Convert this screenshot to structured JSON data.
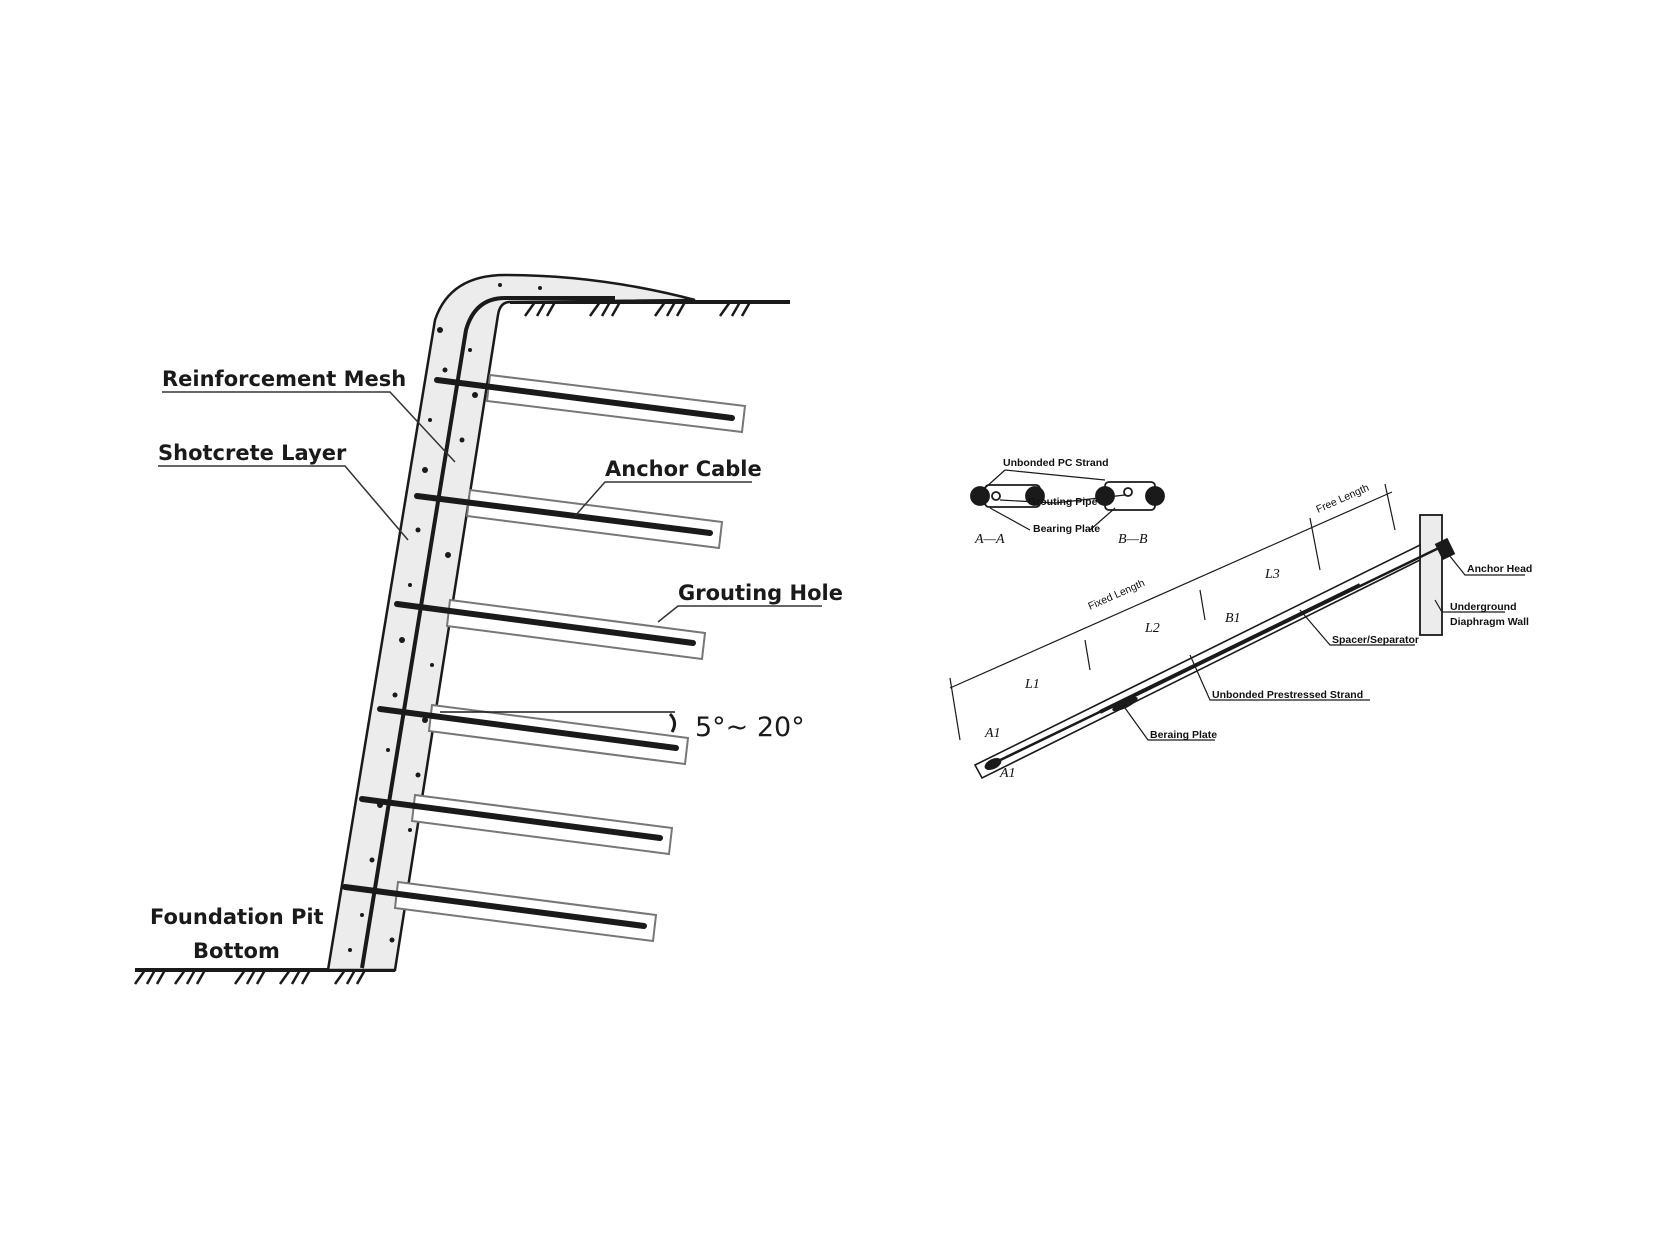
{
  "left_diagram": {
    "labels": {
      "reinforcement_mesh": "Reinforcement Mesh",
      "shotcrete_layer": "Shotcrete Layer",
      "anchor_cable": "Anchor Cable",
      "grouting_hole": "Grouting Hole",
      "angle": "5°~ 20°",
      "pit_bottom_line1": "Foundation Pit",
      "pit_bottom_line2": "Bottom"
    }
  },
  "right_diagram": {
    "section_labels": {
      "unbonded_pc_strand": "Unbonded PC Strand",
      "grouting_pipe": "Grouting Pipe",
      "bearing_plate": "Bearing Plate",
      "section_aa": "A—A",
      "section_bb": "B—B"
    },
    "labels": {
      "free_length": "Free Length",
      "fixed_length": "Fixed Length",
      "l1": "L1",
      "l2": "L2",
      "l3": "L3",
      "b1": "B1",
      "a1_top": "A1",
      "a1_bottom": "A1",
      "anchor_head": "Anchor Head",
      "underground": "Underground",
      "diaphragm_wall": "Diaphragm Wall",
      "spacer_separator": "Spacer/Separator",
      "unbonded_prestressed_strand": "Unbonded Prestressed Strand",
      "beraing_plate": "Beraing Plate"
    }
  },
  "colors": {
    "ink": "#1a1a1a",
    "shotcrete": "#ececec",
    "background": "#ffffff"
  }
}
